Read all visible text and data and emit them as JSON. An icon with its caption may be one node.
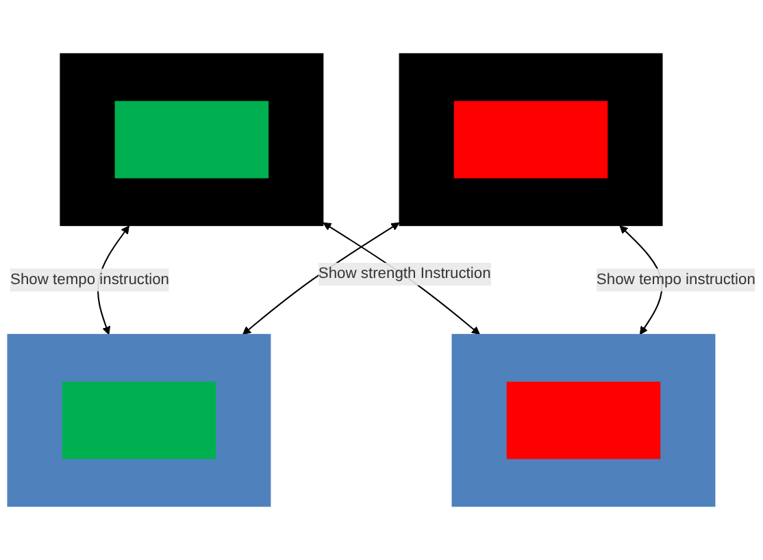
{
  "diagram": {
    "nodes": [
      {
        "text": [],
        "shape": "box"
      },
      {
        "text": [],
        "shape": "box",
        "in": 0
      },
      {
        "text": [],
        "shape": "box"
      },
      {
        "text": [],
        "shape": "box",
        "in": 2
      },
      {
        "text": [],
        "shape": "box"
      },
      {
        "text": [],
        "shape": "box",
        "in": 4
      },
      {
        "text": [],
        "shape": "box"
      },
      {
        "text": [],
        "shape": "box",
        "in": 6
      }
    ],
    "edges": [
      {
        "from": 0,
        "to": 4,
        "arrow": "both",
        "label": "Show tempo instruction"
      },
      {
        "from": 0,
        "to": 6,
        "arrow": "both",
        "label": "Show strength Instruction"
      },
      {
        "from": 2,
        "to": 4,
        "arrow": "both"
      },
      {
        "from": 2,
        "to": 6,
        "arrow": "both",
        "label": "Show tempo instruction"
      }
    ]
  }
}
